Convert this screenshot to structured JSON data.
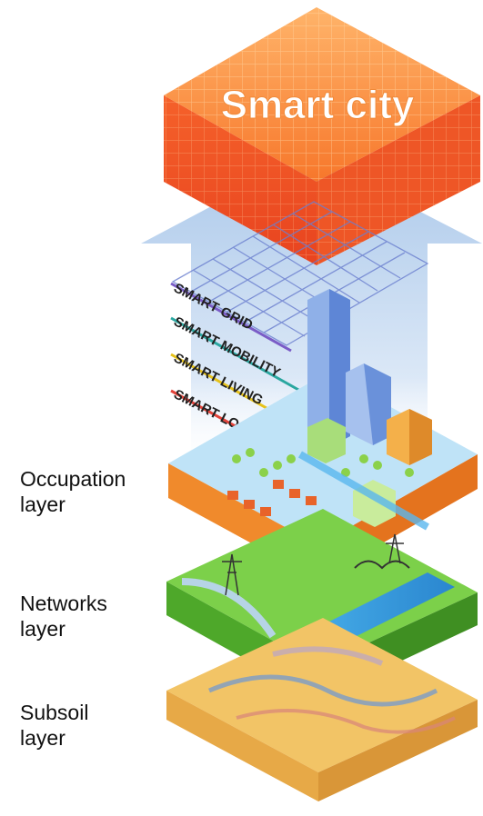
{
  "title": "Smart city",
  "smart_bands": [
    {
      "label": "SMART GRID",
      "color": "#7a5cc7"
    },
    {
      "label": "SMART MOBILITY",
      "color": "#2aa7a0"
    },
    {
      "label": "SMART LIVING",
      "color": "#e6c21a"
    },
    {
      "label": "SMART LOGISTICS",
      "color": "#e2433a"
    }
  ],
  "layers": [
    {
      "line1": "Occupation",
      "line2": "layer"
    },
    {
      "line1": "Networks",
      "line2": "layer"
    },
    {
      "line1": "Subsoil",
      "line2": "layer"
    }
  ],
  "colors": {
    "top_block": "#f26b2a",
    "arrow": "#a9c8ea",
    "occupation": "#f08a2c",
    "networks": "#5dbb3a",
    "subsoil": "#f2c466"
  }
}
